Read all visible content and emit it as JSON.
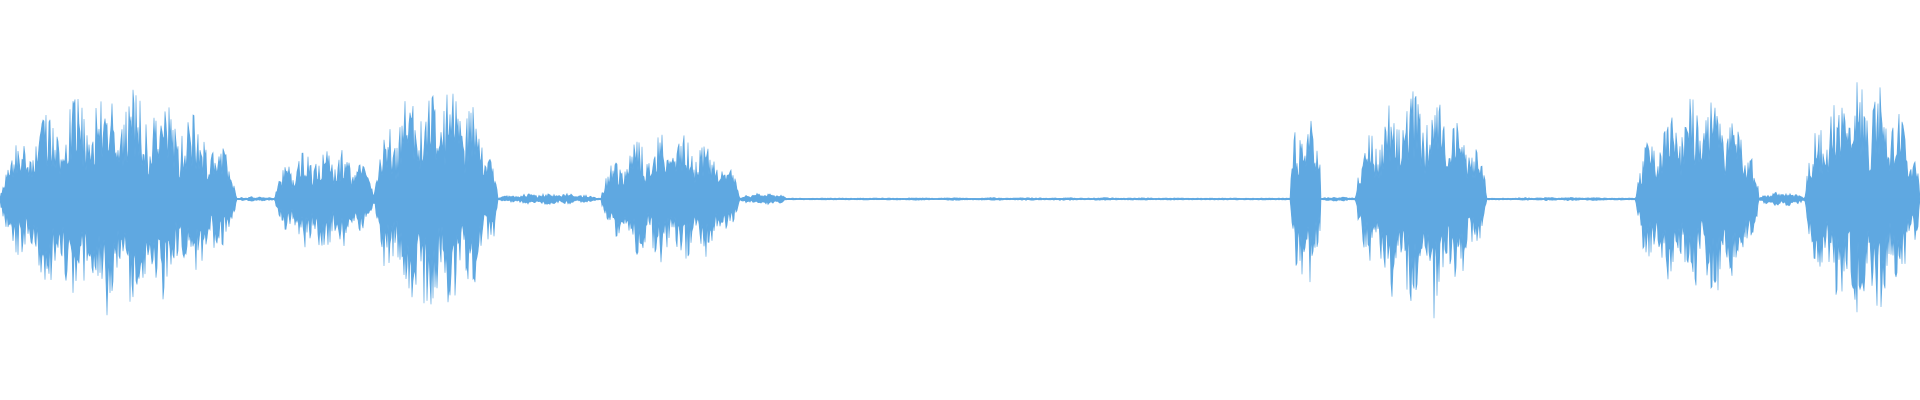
{
  "waveform": {
    "color": "#5fa8e1",
    "background": "#ffffff",
    "baseline_amplitude": 0.008,
    "segments": [
      {
        "start": 0.0,
        "end": 0.123,
        "amplitude": 0.94,
        "kind": "speech"
      },
      {
        "start": 0.123,
        "end": 0.143,
        "amplitude": 0.02,
        "kind": "pause"
      },
      {
        "start": 0.143,
        "end": 0.195,
        "amplitude": 0.45,
        "kind": "speech"
      },
      {
        "start": 0.195,
        "end": 0.259,
        "amplitude": 1.0,
        "kind": "speech"
      },
      {
        "start": 0.259,
        "end": 0.313,
        "amplitude": 0.05,
        "kind": "pause"
      },
      {
        "start": 0.313,
        "end": 0.385,
        "amplitude": 0.56,
        "kind": "speech"
      },
      {
        "start": 0.385,
        "end": 0.41,
        "amplitude": 0.05,
        "kind": "pause"
      },
      {
        "start": 0.41,
        "end": 0.67,
        "amplitude": 0.012,
        "kind": "silence"
      },
      {
        "start": 0.672,
        "end": 0.688,
        "amplitude": 0.83,
        "kind": "speech"
      },
      {
        "start": 0.688,
        "end": 0.706,
        "amplitude": 0.02,
        "kind": "pause"
      },
      {
        "start": 0.706,
        "end": 0.774,
        "amplitude": 0.92,
        "kind": "speech"
      },
      {
        "start": 0.774,
        "end": 0.852,
        "amplitude": 0.015,
        "kind": "silence"
      },
      {
        "start": 0.852,
        "end": 0.916,
        "amplitude": 0.86,
        "kind": "speech"
      },
      {
        "start": 0.916,
        "end": 0.94,
        "amplitude": 0.06,
        "kind": "pause"
      },
      {
        "start": 0.94,
        "end": 1.0,
        "amplitude": 1.0,
        "kind": "speech"
      }
    ]
  }
}
